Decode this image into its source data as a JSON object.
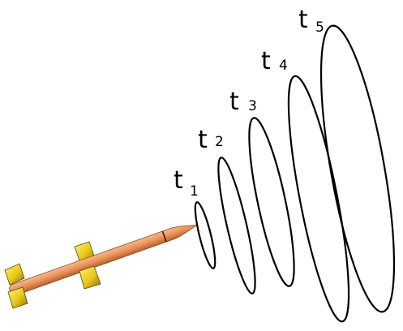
{
  "labels": [
    {
      "letter": "t",
      "sub": "1"
    },
    {
      "letter": "t",
      "sub": "2"
    },
    {
      "letter": "t",
      "sub": "3"
    },
    {
      "letter": "t",
      "sub": "4"
    },
    {
      "letter": "t",
      "sub": "5"
    }
  ],
  "colors": {
    "missile_body": "#e9935a",
    "missile_fins": "#e6c619",
    "wavefront_stroke": "#000000",
    "background": "#ffffff"
  }
}
